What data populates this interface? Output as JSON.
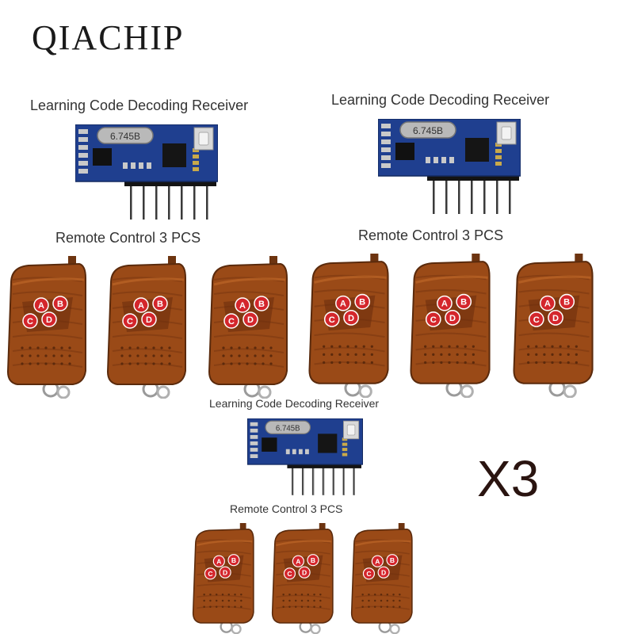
{
  "brand": "QIACHIP",
  "multiplier": "X3",
  "labels": {
    "receiver": "Learning Code Decoding Receiver",
    "remotes": "Remote Control 3 PCS"
  },
  "module": {
    "crystal_marking": "6.745B"
  },
  "remote": {
    "buttons": [
      "A",
      "B",
      "C",
      "D"
    ]
  },
  "colors": {
    "pcb": "#1f3f8f",
    "remote_body": "#9a4a17",
    "button": "#d4262c",
    "multiplier": "#2a1410"
  }
}
